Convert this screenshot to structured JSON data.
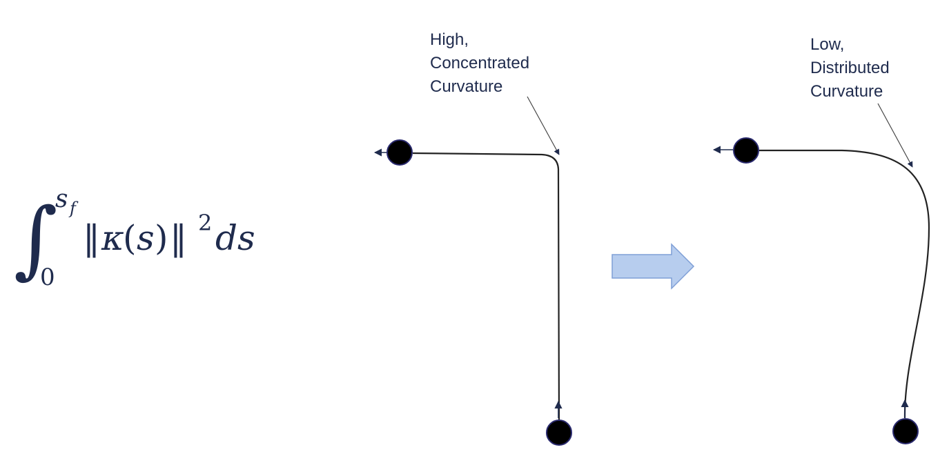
{
  "formula": {
    "integral_sign": "∫",
    "upper_limit": "s",
    "upper_limit_sub": "f",
    "lower_limit": "0",
    "norm_open": "‖",
    "kappa": "κ",
    "arg_open": "(",
    "arg_var": "s",
    "arg_close": ")",
    "norm_close": "‖",
    "exponent": "2",
    "differential": "ds"
  },
  "left_diagram": {
    "annotation_lines": [
      "High,",
      "Concentrated",
      "Curvature"
    ]
  },
  "right_diagram": {
    "annotation_lines": [
      "Low,",
      "Distributed",
      "Curvature"
    ]
  },
  "colors": {
    "ink": "#1f2b4d",
    "path_stroke": "#222222",
    "node_fill": "#000000",
    "node_stroke": "#2a2a6e",
    "arrow_fill": "#b7cdee",
    "arrow_stroke": "#7f9fd6"
  }
}
